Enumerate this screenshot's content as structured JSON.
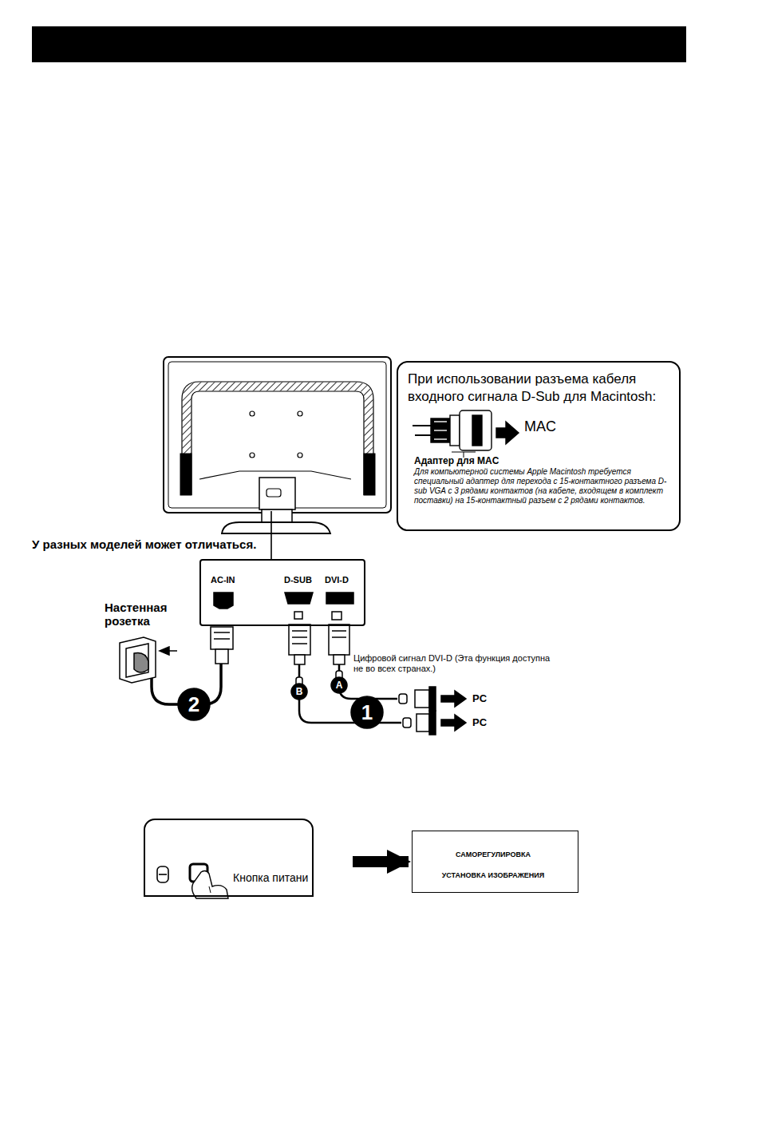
{
  "diagram": {
    "nodes": [
      {
        "text": [
          "При использовании разъема кабеля входного сигнала D-Sub для Macintosh:",
          "MAC",
          "Адаптер для MAC",
          "Для компьютерной системы Apple Macintosh требуется специальный адаптер для перехода с 15-контактного разъема D-sub VGA с 3 рядами контактов (на кабеле, входящем в комплект поставки) на 15-контактный разъем с 2 рядами контактов."
        ]
      },
      {
        "text": [
          "AC-IN",
          "D-SUB",
          "DVI-D"
        ]
      },
      {
        "text": [
          "Кнопка питани"
        ]
      },
      {
        "text": [
          "САМОРЕГУЛИРОВКА",
          "УСТАНОВКА ИЗОБРАЖЕНИЯ"
        ]
      }
    ],
    "edges": [
      {
        "from": 2,
        "to": 3,
        "arrow": "to"
      }
    ],
    "labels": [
      "У разных моделей может отличаться.",
      "Настенная розетка",
      "Цифровой сигнал DVI-D (Эта функция доступна не во всех странах.)",
      "A",
      "B",
      "1",
      "2",
      "PC",
      "PC"
    ]
  }
}
